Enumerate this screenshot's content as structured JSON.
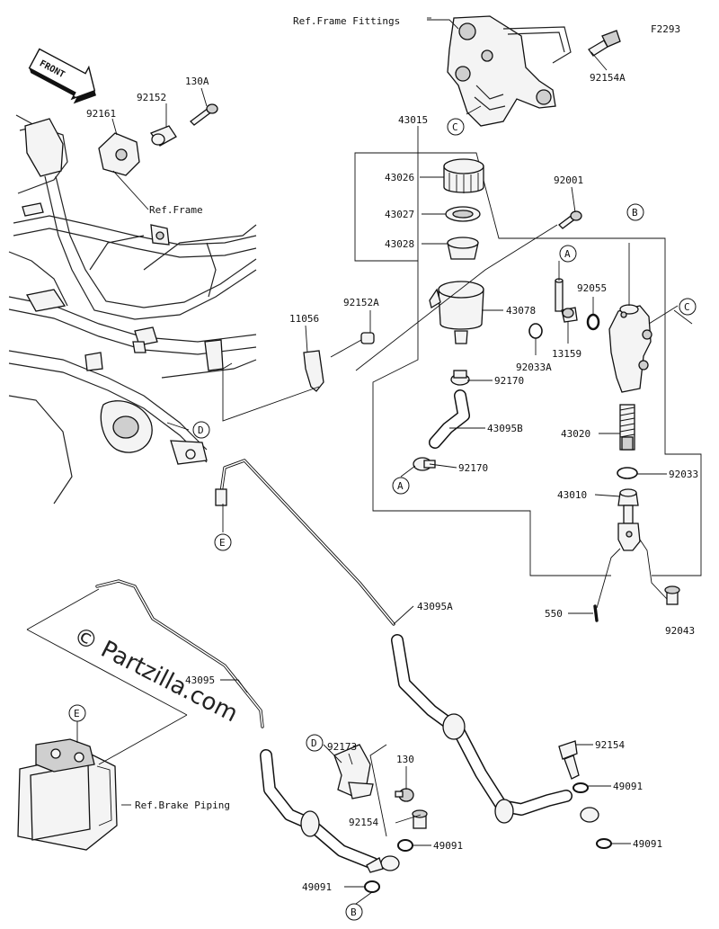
{
  "figure_code": "F2293",
  "front_arrow": "FRONT",
  "watermark": "© Partzilla.com",
  "references": {
    "frame_fittings": "Ref.Frame Fittings",
    "frame": "Ref.Frame",
    "brake_piping": "Ref.Brake Piping"
  },
  "parts": {
    "p92154A": "92154A",
    "p43015": "43015",
    "p43026": "43026",
    "p43027": "43027",
    "p43028": "43028",
    "p92001": "92001",
    "p43078": "43078",
    "p92055": "92055",
    "p92152A": "92152A",
    "p11056": "11056",
    "p13159": "13159",
    "p92033A": "92033A",
    "p92170a": "92170",
    "p43095B": "43095B",
    "p92170b": "92170",
    "p43020": "43020",
    "p92033": "92033",
    "p43010": "43010",
    "p550": "550",
    "p92043": "92043",
    "p43095A": "43095A",
    "p43095": "43095",
    "p92173": "92173",
    "p130": "130",
    "p92154a": "92154",
    "p49091a": "49091",
    "p49091b": "49091",
    "p92154b": "92154",
    "p49091c": "49091",
    "p49091d": "49091",
    "p92161": "92161",
    "p92152": "92152",
    "p130A": "130A"
  },
  "callouts": {
    "a1": "A",
    "a2": "A",
    "b1": "B",
    "b2": "B",
    "c1": "C",
    "c2": "C",
    "d1": "D",
    "d2": "D",
    "e1": "E",
    "e2": "E"
  }
}
